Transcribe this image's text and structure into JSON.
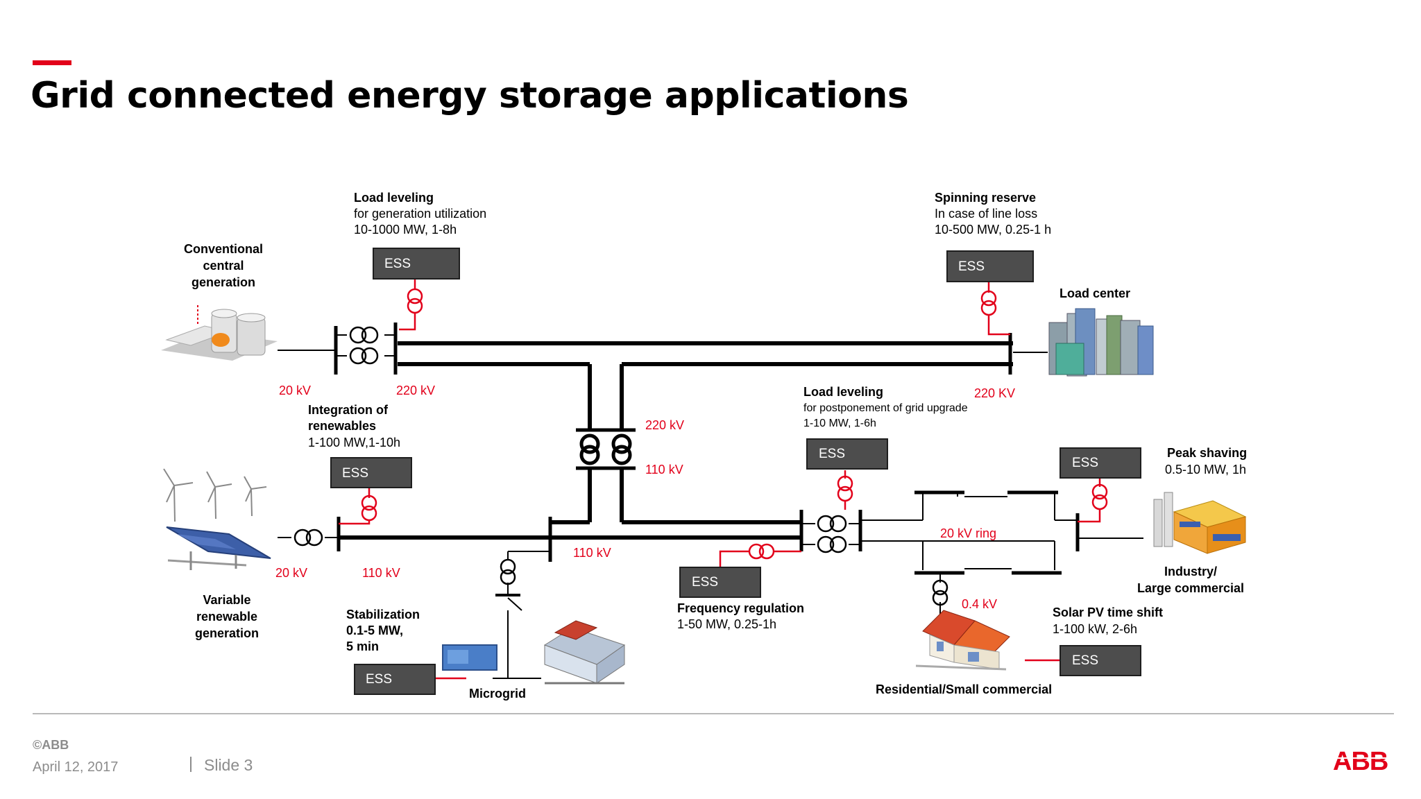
{
  "slide": {
    "title": "Grid connected energy storage applications",
    "accent_color": "#e2001a"
  },
  "diagram": {
    "ess_label": "ESS",
    "sources": {
      "conventional": "Conventional central generation",
      "renewable": "Variable renewable generation",
      "load_center": "Load center",
      "industry": "Industry/ Large commercial",
      "residential": "Residential/Small commercial",
      "microgrid": "Microgrid"
    },
    "applications": {
      "load_leveling_gen": {
        "title": "Load leveling",
        "line1": "for generation utilization",
        "line2": "10-1000 MW, 1-8h"
      },
      "spinning_reserve": {
        "title": "Spinning reserve",
        "line1": "In case of line loss",
        "line2": "10-500 MW, 0.25-1 h"
      },
      "integration": {
        "title1": "Integration of",
        "title2": "renewables",
        "line1": "1-100 MW,1-10h"
      },
      "load_leveling_grid": {
        "title": "Load leveling",
        "line1": "for postponement of grid upgrade",
        "line2": "1-10 MW, 1-6h"
      },
      "peak_shaving": {
        "title": "Peak shaving",
        "line1": "0.5-10 MW, 1h"
      },
      "frequency": {
        "title": "Frequency regulation",
        "line1": "1-50 MW, 0.25-1h"
      },
      "stabilization": {
        "title1": "Stabilization",
        "title2": "0.1-5 MW,",
        "title3": "5 min"
      },
      "solar_shift": {
        "title": "Solar PV time shift",
        "line1": "1-100 kW, 2-6h"
      }
    },
    "voltages": {
      "v20_gen": "20 kV",
      "v220_gen": "220 kV",
      "v220_load": "220 KV",
      "v220_tx": "220 kV",
      "v110_tx": "110 kV",
      "v20_ren": "20 kV",
      "v110_ren": "110 kV",
      "v110_mid": "110 kV",
      "ring": "20 kV ring",
      "v04": "0.4 kV"
    }
  },
  "footer": {
    "copyright": "©ABB",
    "date": "April 12, 2017",
    "slide_label": "Slide 3",
    "logo_text": "ABB",
    "logo_color": "#e2001a"
  }
}
